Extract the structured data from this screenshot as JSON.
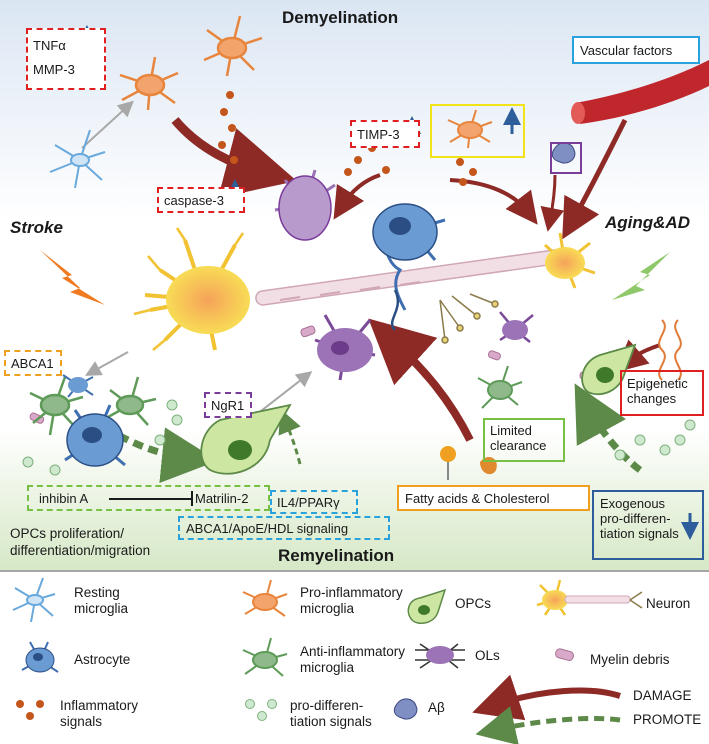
{
  "title_top": "Demyelination",
  "title_bottom": "Remyelination",
  "side_left": "Stroke",
  "side_right": "Aging&AD",
  "labels": {
    "tnf": "TNFα",
    "mmp": "MMP-3",
    "timp": "TIMP-3",
    "caspase": "caspase-3",
    "vascular": "Vascular factors",
    "abca1": "ABCA1",
    "ngr1": "NgR1",
    "inhibin": "inhibin A",
    "matrilin": "Matrilin-2",
    "il4": "IL4/PPARγ",
    "abca1_signal": "ABCA1/ApoE/HDL signaling",
    "opcs_text": "OPCs proliferation/ differentiation/migration",
    "limited": "Limited clearance",
    "fatty": "Fatty acids & Cholesterol",
    "epigenetic": "Epigenetic changes",
    "exogenous": "Exogenous pro-differen- tiation signals"
  },
  "legend": {
    "resting": "Resting microglia",
    "proinfl": "Pro-inflammatory microglia",
    "opcs": "OPCs",
    "neuron": "Neuron",
    "astrocyte": "Astrocyte",
    "antiinfl": "Anti-inflammatory microglia",
    "ols": "OLs",
    "myelin": "Myelin debris",
    "inflam": "Inflammatory signals",
    "prodiff": "pro-differen- tiation signals",
    "abeta": "Aβ",
    "damage": "DAMAGE",
    "promote": "PROMOTE"
  },
  "colors": {
    "damage": "#8e2a26",
    "promote": "#5d8a49",
    "neuron": "#f6d04a",
    "ols": "#9b73b6",
    "opcs": "#cde7a2",
    "astrocyte": "#6a9bd3",
    "pro_microglia": "#f2a36c",
    "anti_microglia": "#8fb98a",
    "resting": "#9cc6ea"
  }
}
